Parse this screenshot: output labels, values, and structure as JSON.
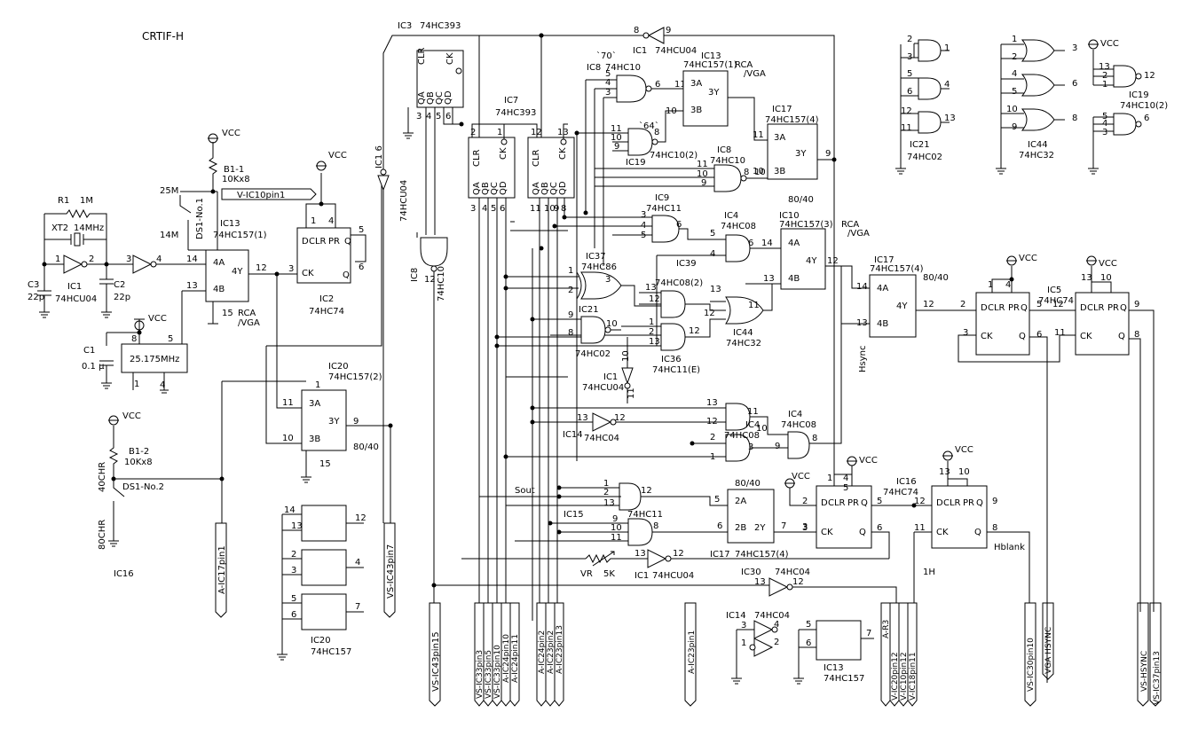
{
  "title": "CRTIF-H",
  "power": {
    "vcc": "VCC"
  },
  "osc": {
    "r1": "R1",
    "r1_val": "1M",
    "xt2": "XT2",
    "xt2_val": "14MHz",
    "c3": "C3",
    "c3_val": "22p",
    "c2": "C2",
    "c2_val": "22p",
    "ic1": "IC1",
    "ic1_type": "74HCU04",
    "c1": "C1",
    "c1_val": "0.1 μ",
    "mod": "25.175MHz",
    "sel_25": "25M",
    "sel_14": "14M",
    "b11": "B1-1",
    "b11_val": "10Kx8",
    "ds1": "DS1-No.1",
    "net_v": "V-IC10pin1"
  },
  "parts": {
    "ic13a": "IC13",
    "ic13a_type": "74HC157(1)",
    "ic2": "IC2",
    "ic2_type": "74HC74",
    "ic3": "IC3",
    "ic3_type": "74HC393",
    "ic7": "IC7",
    "ic7_type": "74HC393",
    "ic8": "IC8",
    "ic8_type": "74HC10",
    "ic13b": "IC13",
    "ic13b_type": "74HC157(1)",
    "ic17": "IC17",
    "ic17_type": "74HC157(4)",
    "ic19": "IC19",
    "ic19_type": "74HC10(2)",
    "ic9": "IC9",
    "ic9_type": "74HC11",
    "ic4": "IC4",
    "ic4_type": "74HC08",
    "ic10": "IC10",
    "ic10_type": "74HC157(3)",
    "ic37": "IC37",
    "ic37_type": "74HC86",
    "ic21": "IC21",
    "ic21_type": "74HC02",
    "ic39": "IC39",
    "ic44": "IC44",
    "ic44_type": "74HC32",
    "ic36": "IC36",
    "ic36_type": "74HC11(E)",
    "ic14": "IC14",
    "ic14_type": "74HC04",
    "ic15": "IC15",
    "ic15_type": "74HC11",
    "ic5": "IC5",
    "ic5_type": "74HC74",
    "ic16": "IC16",
    "ic16_type": "74HC74",
    "ic20": "IC20",
    "ic20_type": "74HC157(2)",
    "ic30": "IC30",
    "ic30_type": "74HC04",
    "ic1b": "IC1",
    "ic1b_type": "74HCU04",
    "ic20b": "IC20",
    "ic20b_type": "74HC157",
    "ic13c": "IC13",
    "ic13c_type": "74HC157",
    "ic21b": "IC21",
    "ic21b_type": "74HC02",
    "ic44b": "IC44",
    "ic44b_type": "74HC32",
    "ic19b": "IC19",
    "ic19b_type": "74HC10(2)"
  },
  "labels": {
    "rca_vga": "RCA",
    "vga": "/VGA",
    "r80_40": "80/40",
    "hsync": "Hsync",
    "hblank": "Hblank",
    "sout": "Sout",
    "vr": "VR",
    "vr_val": "5K",
    "one_h": "1H",
    "c40": "40CHR",
    "c80": "80CHR",
    "ds2": "DS1-No.2",
    "b12": "B1-2",
    "b12_val": "10Kx8",
    "ic16_lbl": "IC16",
    "q70": "`70`",
    "q64": "`64`"
  },
  "nets": [
    "A-IC17pin1",
    "VS-IC43pin7",
    "VS-IC43pin15",
    "VS-IC33pin3",
    "VS-IC33pin5",
    "VS-IC33pin10",
    "A-IC24pin10",
    "A-IC24pin11",
    "A-IC24pin2",
    "A-IC23pin2",
    "A-IC23pin13",
    "A-IC23pin1",
    "A-R3",
    "V-IC20pin12",
    "V-IC10pin12",
    "V-IC18pin11",
    "VS-IC30pin10",
    "VGA HSYNC",
    "VS-HSYNC",
    "VS-IC37pin13"
  ]
}
